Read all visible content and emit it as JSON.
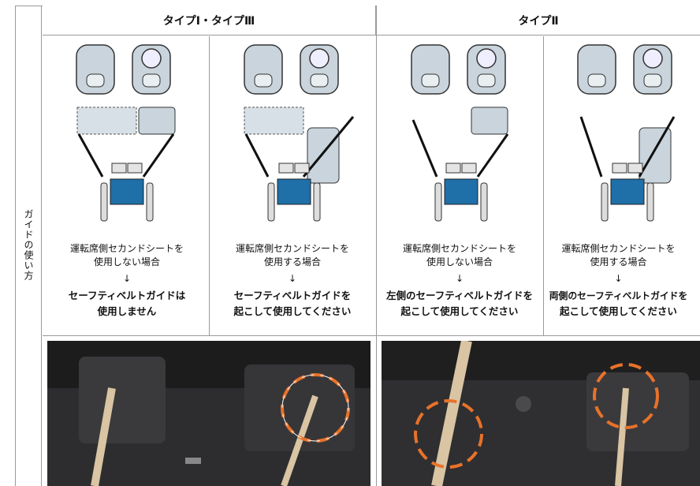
{
  "side_label": "ガイドの使い方",
  "headers": {
    "type_1_3": "タイプⅠ・タイプⅢ",
    "type_2": "タイプⅡ"
  },
  "cells": [
    {
      "condition_line1": "運転席側セカンドシートを",
      "condition_line2": "使用しない場合",
      "arrow": "↓",
      "result_line1": "セーフティベルトガイドは",
      "result_line2": "使用しません"
    },
    {
      "condition_line1": "運転席側セカンドシートを",
      "condition_line2": "使用する場合",
      "arrow": "↓",
      "result_line1": "セーフティベルトガイドを",
      "result_line2": "起こして使用してください"
    },
    {
      "condition_line1": "運転席側セカンドシートを",
      "condition_line2": "使用しない場合",
      "arrow": "↓",
      "result_line1": "左側のセーフティベルトガイドを",
      "result_line2": "起こして使用してください"
    },
    {
      "condition_line1": "運転席側セカンドシートを",
      "condition_line2": "使用する場合",
      "arrow": "↓",
      "result_line1": "両側のセーフティベルトガイドを",
      "result_line2": "起こして使用してください"
    }
  ],
  "colors": {
    "border": "#9a9a9a",
    "wheelchair_seat": "#1f6fa8",
    "seat_fill": "#c9d4dc",
    "highlight_ring": "#e8722a"
  }
}
